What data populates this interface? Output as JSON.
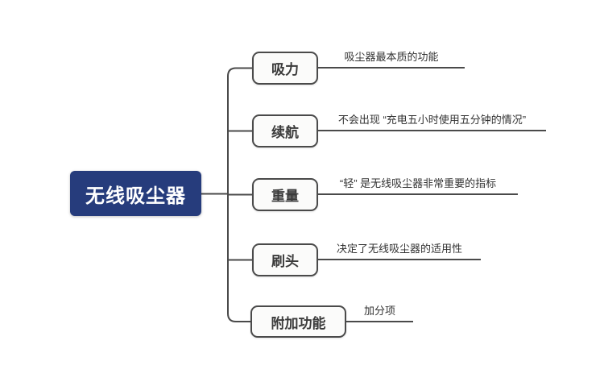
{
  "diagram": {
    "type": "mindmap",
    "root": {
      "label": "无线吸尘器"
    },
    "branches": [
      {
        "label": "吸力",
        "note": "吸尘器最本质的功能"
      },
      {
        "label": "续航",
        "note": "不会出现 “充电五小时使用五分钟的情况”"
      },
      {
        "label": "重量",
        "note": "“轻” 是无线吸尘器非常重要的指标"
      },
      {
        "label": "刷头",
        "note": "决定了无线吸尘器的适用性"
      },
      {
        "label": "附加功能",
        "note": "加分项"
      }
    ],
    "colors": {
      "root_bg": "#263c7c",
      "root_text": "#ffffff",
      "node_bg": "#fbfbfa",
      "node_border": "#4a4a4a",
      "connector": "#4a4a4a",
      "note_text": "#333333",
      "background": "#ffffff"
    }
  }
}
